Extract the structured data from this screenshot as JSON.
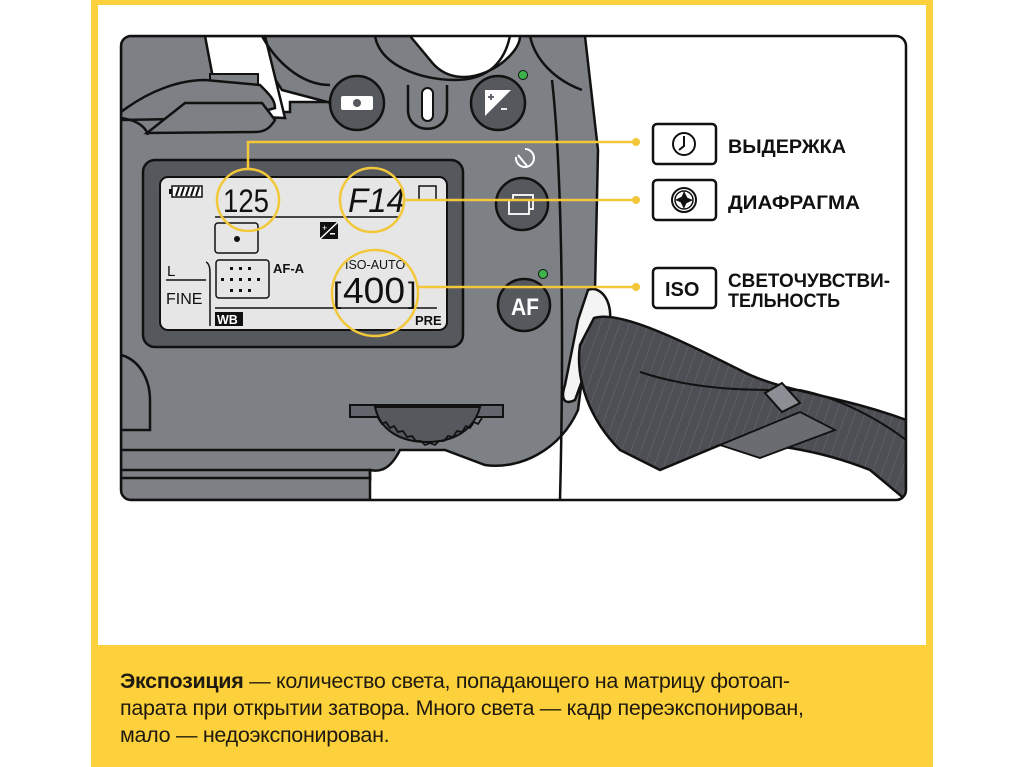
{
  "colors": {
    "frame_yellow": "#fdd13b",
    "callout_yellow": "#f2c83a",
    "camera_body": "#7d8085",
    "lcd_bezel": "#55585d",
    "lcd_screen": "#e6e6e6",
    "button_dark": "#55585d",
    "led_green": "#3cb34a",
    "strap": "#4a4c52"
  },
  "lcd": {
    "shutter_value": "125",
    "aperture_value": "F14",
    "iso_label": "ISO-AUTO",
    "iso_value": "400",
    "af_mode": "AF-A",
    "image_size": "L",
    "image_quality": "FINE",
    "wb_label": "WB",
    "wb_value": "PRE"
  },
  "buttons": {
    "af_label": "AF"
  },
  "legend": [
    {
      "icon": "clock-icon",
      "label": "ВЫДЕРЖКА"
    },
    {
      "icon": "aperture-icon",
      "label": "ДИАФРАГМА"
    },
    {
      "icon_text": "ISO",
      "label_line1": "СВЕТОЧУВСТВИ-",
      "label_line2": "ТЕЛЬНОСТЬ"
    }
  ],
  "caption": {
    "term": "Экспозиция",
    "line1_rest": " — количество света, попадающего на матрицу фотоап-",
    "line2": "парата при открытии затвора. Много света — кадр переэкспонирован,",
    "line3": "мало — недоэкспонирован."
  }
}
